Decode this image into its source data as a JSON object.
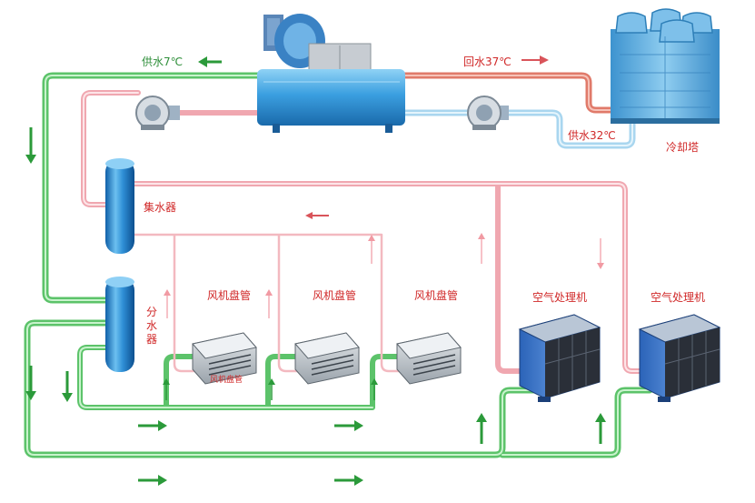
{
  "labels": {
    "supply_water_7": "供水7℃",
    "return_water_37": "回水37℃",
    "supply_water_32": "供水32℃",
    "cooling_tower": "冷却塔",
    "collector": "集水器",
    "distributor": "分水器",
    "fan_coil_1": "风机盘管",
    "fan_coil_2": "风机盘管",
    "fan_coil_3": "风机盘管",
    "fan_coil_small": "风机盘管",
    "ahu_1": "空气处理机",
    "ahu_2": "空气处理机"
  },
  "colors": {
    "supply_pipe": "#5cc36a",
    "supply_pipe_inner": "#bff0c4",
    "return_pipe": "#f0a7b0",
    "return_pipe_inner": "#fde5e8",
    "cooling_return_pipe": "#e07a6a",
    "cooling_supply_pipe": "#a9d6ef",
    "arrow_green": "#2b9a3a",
    "arrow_red": "#d9545a",
    "label_red": "#d02828",
    "label_green": "#2f8f3a",
    "equipment_blue": "#2f8fd6",
    "tower_blue": "#4ea6dc"
  },
  "icons": [
    "chiller-icon",
    "pump-icon",
    "cooling-tower-icon",
    "water-tank-icon",
    "fan-coil-unit-icon",
    "air-handling-unit-icon",
    "flow-arrow-icon"
  ]
}
